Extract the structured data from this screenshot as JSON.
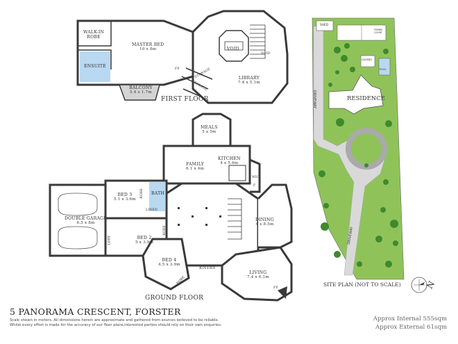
{
  "first_floor": {
    "title": "FIRST FLOOR",
    "rooms": {
      "walkin": {
        "name": "WALK-IN",
        "sub": "ROBE"
      },
      "master": {
        "name": "MASTER BED",
        "size": "10 x 8m"
      },
      "ensuite": {
        "name": "ENSUITE"
      },
      "balcony": {
        "name": "BALCONY",
        "size": "5.4 x 1.7m"
      },
      "fp": {
        "name": "FP"
      },
      "storage1": {
        "name": "STORAGE"
      },
      "storage2": {
        "name": "STORAGE"
      },
      "void1": {
        "name": "VOID"
      },
      "void2": {
        "name": "VOID"
      },
      "library": {
        "name": "LIBRARY",
        "size": "7.8 x 5.1m"
      }
    }
  },
  "ground_floor": {
    "title": "GROUND FLOOR",
    "rooms": {
      "meals": {
        "name": "MEALS",
        "size": "5 x 5m"
      },
      "family": {
        "name": "FAMILY",
        "size": "6.1 x 4m"
      },
      "kitchen": {
        "name": "KITCHEN",
        "size": "4 x 5.6m"
      },
      "wic": {
        "name": "WIC"
      },
      "f": {
        "name": "F"
      },
      "bed3": {
        "name": "BED 3",
        "size": "5.1 x 3.6m"
      },
      "robe1": {
        "name": "ROBE"
      },
      "bath": {
        "name": "BATH"
      },
      "linen": {
        "name": "LINEN"
      },
      "garage": {
        "name": "DOUBLE GARAGE",
        "size": "6.5 x 8m"
      },
      "ldry": {
        "name": "LDRY"
      },
      "bed2": {
        "name": "BED 2",
        "size": "5 x 3.9m"
      },
      "robe2": {
        "name": "ROBE"
      },
      "bed4": {
        "name": "BED 4",
        "size": "4.5 x 3.9m"
      },
      "robe3": {
        "name": "ROBE"
      },
      "entry": {
        "name": "ENTRY"
      },
      "dining": {
        "name": "DINING",
        "size": "4 x 8.5m"
      },
      "living": {
        "name": "LIVING",
        "size": "7.4 x 6.1m"
      },
      "fp": {
        "name": "FP"
      }
    }
  },
  "site_plan": {
    "title": "SITE PLAN (NOT TO SCALE)",
    "shed": "SHED",
    "tennis": "TENNIS COURT",
    "gazebo": "GAZEBO",
    "pool": "POOL",
    "residence": "RESIDENCE",
    "driveway_upper": "DRIVEWAY",
    "driveway_lower": "DRIVEWAY"
  },
  "footer": {
    "address": "5 PANORAMA CRESCENT, FORSTER",
    "disclaimer_1": "Scale shown in meters. All dimensions herein are approximate and gathered from sources believed to be reliable.",
    "disclaimer_2": "Whilst every effort is made for the accuracy of our floor plans,interested parties should rely on their own enquiries.",
    "approx_internal": "Approx Internal 555sqm",
    "approx_external": "Approx External 61sqm"
  },
  "colors": {
    "wall": "#3a3a3a",
    "wet_area": "#b9d8f2",
    "balcony": "#d4d4d4",
    "grass": "#8fc35a",
    "tree": "#3f8a2c",
    "driveway": "#d9d9d9"
  },
  "compass_icon": "north-arrow-icon"
}
